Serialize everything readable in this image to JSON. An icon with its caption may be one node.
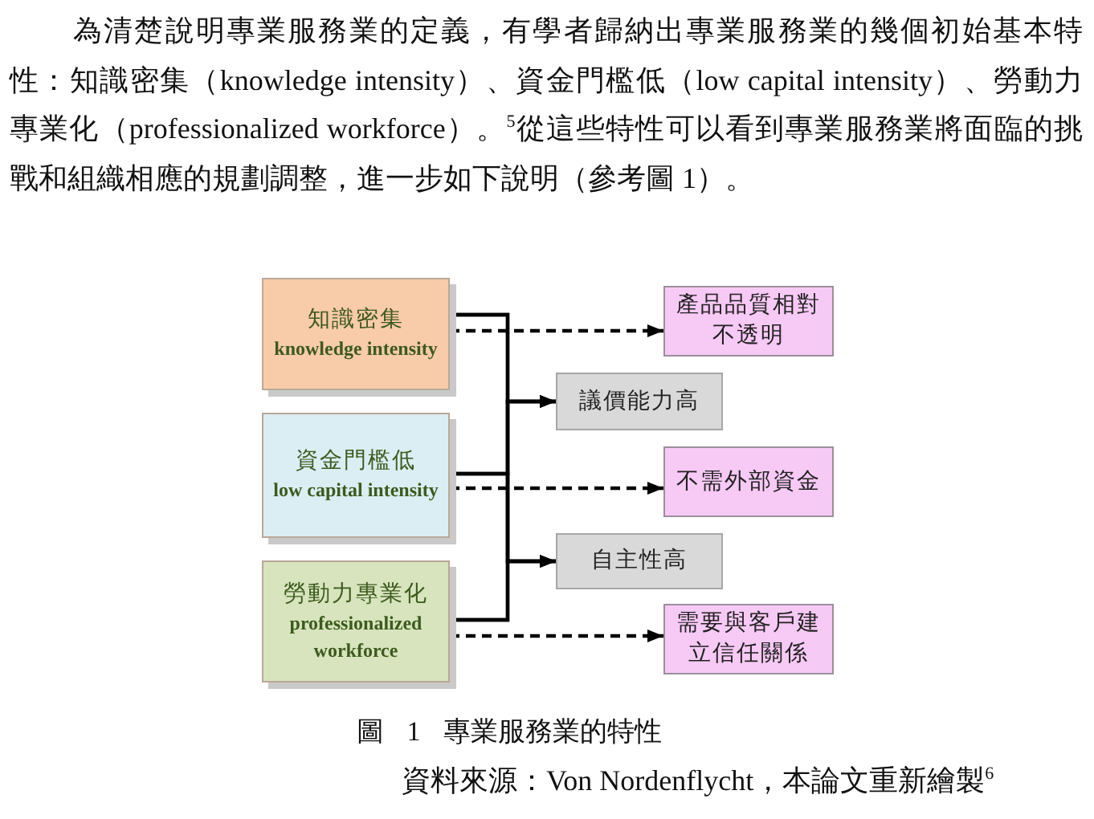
{
  "diagram": {
    "caption": "圖 1 專業服務業的特性",
    "nodes": [
      {
        "text": [
          "知識密集",
          "knowledge intensity"
        ]
      },
      {
        "text": [
          "資金門檻低",
          "low capital intensity"
        ]
      },
      {
        "text": [
          "勞動力專業化",
          "professionalized workforce"
        ]
      },
      {
        "text": [
          "產品品質相對不透明"
        ]
      },
      {
        "text": [
          "議價能力高"
        ]
      },
      {
        "text": [
          "不需外部資金"
        ]
      },
      {
        "text": [
          "自主性高"
        ]
      },
      {
        "text": [
          "需要與客戶建立信任關係"
        ]
      }
    ],
    "edges": [
      {
        "from": 0,
        "to": 3,
        "arrow": "to",
        "style": "dashed"
      },
      {
        "from": 0,
        "to": 4,
        "arrow": "to"
      },
      {
        "from": 1,
        "to": 4,
        "arrow": "to"
      },
      {
        "from": 0,
        "to": 6,
        "arrow": "to"
      },
      {
        "from": 1,
        "to": 6,
        "arrow": "to"
      },
      {
        "from": 2,
        "to": 4,
        "arrow": "to"
      },
      {
        "from": 2,
        "to": 6,
        "arrow": "to"
      },
      {
        "from": 1,
        "to": 5,
        "arrow": "to",
        "style": "dashed"
      },
      {
        "from": 2,
        "to": 7,
        "arrow": "to",
        "style": "dashed"
      }
    ],
    "labels": [
      "為清楚說明專業服務業的定義，有學者歸納出專業服務業的幾個初始基本特性：知識密集（knowledge intensity）、資金門檻低（low capital intensity）、勞動力專業化（professionalized workforce）。$^{5}$從這些特性可以看到專業服務業將面臨的挑戰和組織相應的規劃調整，進一步如下說明（參考圖 1）。",
      "資料來源：Von Nordenflycht，本論文重新繪製$^{6}$"
    ]
  }
}
